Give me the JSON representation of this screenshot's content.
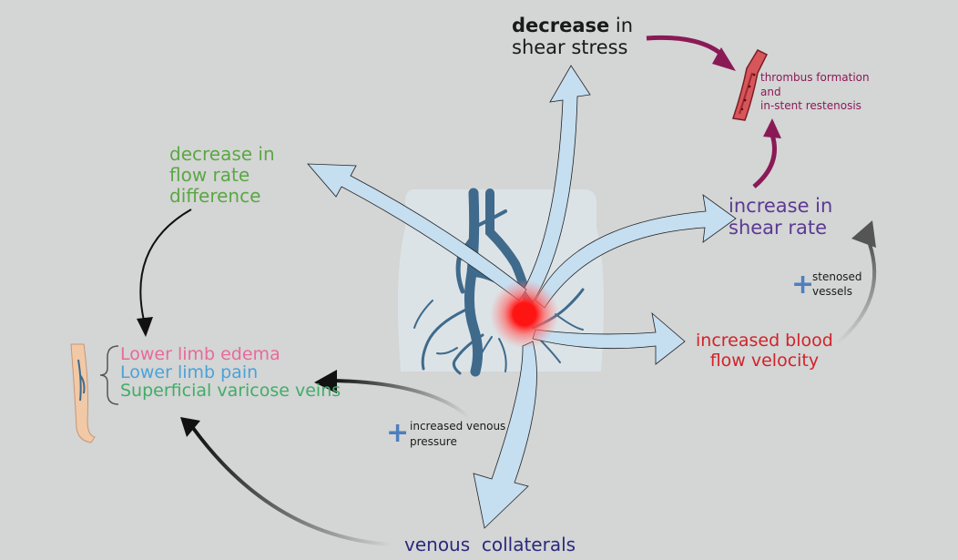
{
  "labels": {
    "shear_stress_bold": "decrease",
    "shear_stress_rest1": " in",
    "shear_stress_line2": "shear stress",
    "thrombus_line1": "thrombus formation",
    "thrombus_line2": "and",
    "thrombus_line3": "in-stent restenosis",
    "flow_diff_line1": "decrease in",
    "flow_diff_line2": "flow rate",
    "flow_diff_line3": "difference",
    "shear_rate_line1": "increase in",
    "shear_rate_line2": "shear rate",
    "stenosed_line1": "stenosed",
    "stenosed_line2": "vessels",
    "velocity_line1": "increased blood",
    "velocity_line2": "flow velocity",
    "symptom_edema": "Lower limb edema",
    "symptom_pain": "Lower limb pain",
    "symptom_varicose": "Superficial varicose veins",
    "venous_pressure_line1": "increased venous",
    "venous_pressure_line2": "pressure",
    "collaterals": "venous  collaterals",
    "plus_sign": "+"
  },
  "colors": {
    "background": "#d4d5d5",
    "arrow_fill": "#c5def0",
    "vein": "#3f6a8c",
    "stenosis_glow": "#ff2a2a",
    "curve_purple": "#8a1a56"
  }
}
